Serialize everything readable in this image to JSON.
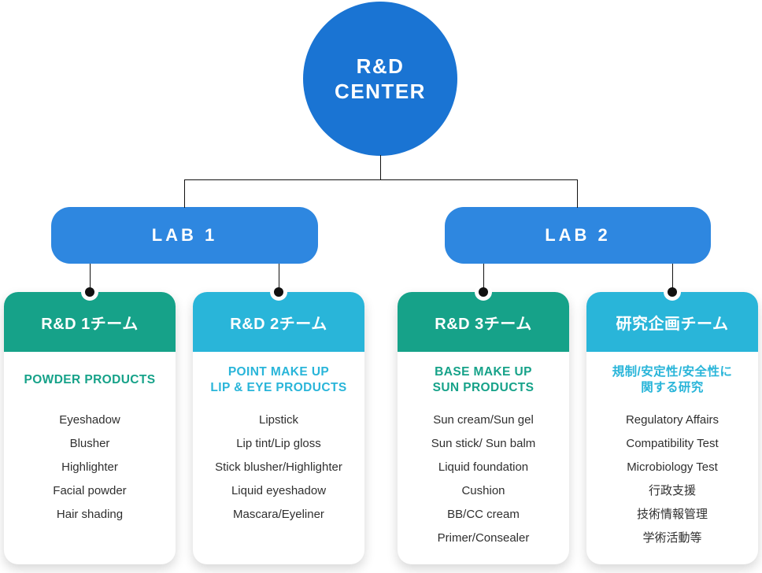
{
  "root": {
    "title": "R&D\nCENTER"
  },
  "labs": [
    {
      "label": "LAB 1"
    },
    {
      "label": "LAB 2"
    }
  ],
  "teams": [
    {
      "name": "R&D 1チーム",
      "subtitle": "POWDER PRODUCTS",
      "accent": "teal",
      "items": [
        "Eyeshadow",
        "Blusher",
        "Highlighter",
        "Facial powder",
        "Hair shading"
      ]
    },
    {
      "name": "R&D 2チーム",
      "subtitle": "POINT MAKE UP\nLIP & EYE PRODUCTS",
      "accent": "cyan",
      "items": [
        "Lipstick",
        "Lip tint/Lip gloss",
        "Stick blusher/Highlighter",
        "Liquid eyeshadow",
        "Mascara/Eyeliner"
      ]
    },
    {
      "name": "R&D 3チーム",
      "subtitle": "BASE MAKE UP\nSUN PRODUCTS",
      "accent": "teal",
      "items": [
        "Sun cream/Sun gel",
        "Sun stick/ Sun balm",
        "Liquid foundation",
        "Cushion",
        "BB/CC cream",
        "Primer/Consealer"
      ]
    },
    {
      "name": "研究企画チーム",
      "subtitle": "規制/安定性/安全性に\n関する研究",
      "accent": "cyan",
      "items": [
        "Regulatory Affairs",
        "Compatibility Test",
        "Microbiology Test",
        "行政支援",
        "技術情報管理",
        "学術活動等"
      ]
    }
  ],
  "colors": {
    "root_blue": "#1a74d3",
    "lab_blue": "#2e87e0",
    "teal": "#16a289",
    "cyan": "#29b5d9",
    "connector": "#111111",
    "item_text": "#2f2f2f"
  }
}
